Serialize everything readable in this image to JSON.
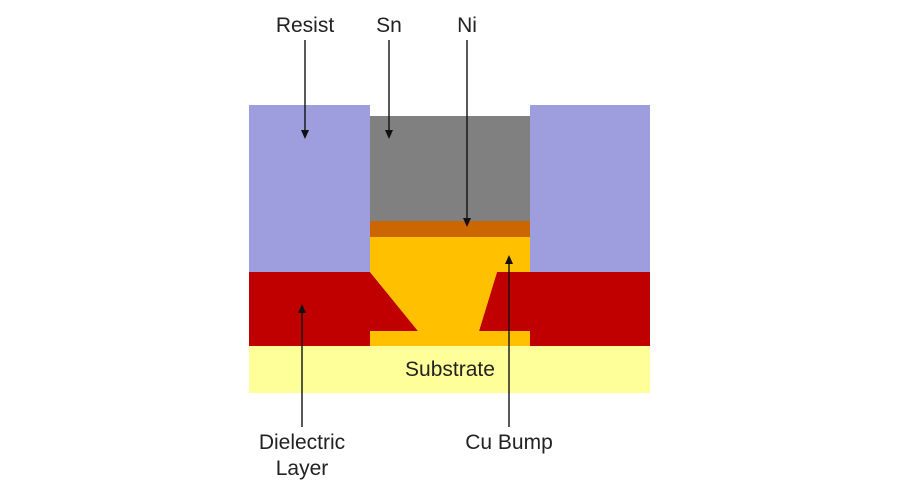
{
  "diagram": {
    "labels": {
      "resist": "Resist",
      "sn": "Sn",
      "ni": "Ni",
      "substrate": "Substrate",
      "dielectric_line1": "Dielectric",
      "dielectric_line2": "Layer",
      "cu_bump": "Cu Bump"
    },
    "colors": {
      "resist": "#9e9edf",
      "sn": "#808080",
      "ni": "#cc6600",
      "cu": "#ffc000",
      "dielectric": "#c00000",
      "substrate": "#ffff99",
      "arrow": "#111111",
      "text": "#222222"
    }
  }
}
